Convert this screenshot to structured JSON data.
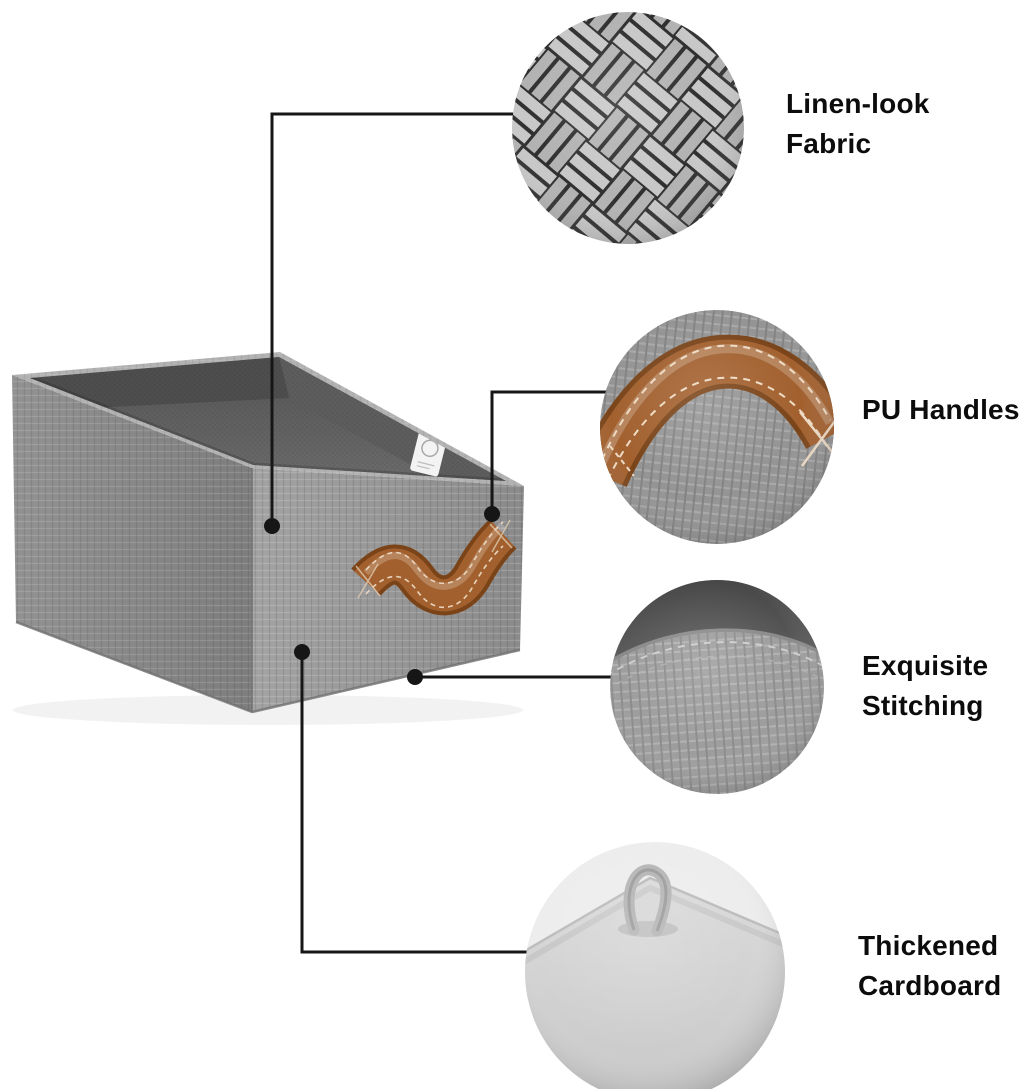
{
  "callouts": [
    {
      "id": "linen-fabric",
      "label": "Linen-look Fabric"
    },
    {
      "id": "pu-handles",
      "label": "PU Handles"
    },
    {
      "id": "exquisite-stitching",
      "label": "Exquisite Stitching"
    },
    {
      "id": "thickened-cardboard",
      "label": "Thickened Cardboard"
    }
  ],
  "colors": {
    "background": "#ffffff",
    "text_black": "#0c0c0c",
    "line_black": "#161616",
    "fabric_gray": "#8f8f8f",
    "interior_gray": "#565656",
    "handle_brown": "#a2602e",
    "cardboard_gray": "#d3d3d3"
  }
}
